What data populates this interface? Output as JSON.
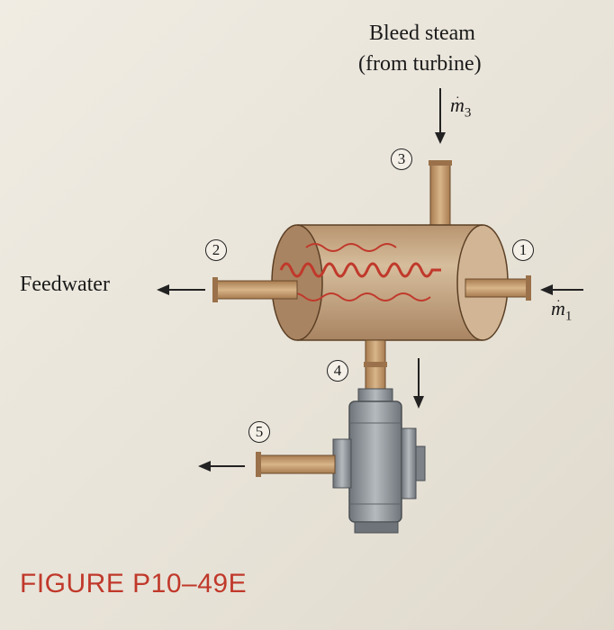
{
  "labels": {
    "bleed_line1": "Bleed steam",
    "bleed_line2": "(from turbine)",
    "feedwater": "Feedwater",
    "figure_caption": "FIGURE P10–49E"
  },
  "flows": {
    "m3_symbol": "m",
    "m3_sub": "3",
    "m1_symbol": "m",
    "m1_sub": "1"
  },
  "states": [
    "1",
    "2",
    "3",
    "4",
    "5"
  ],
  "colors": {
    "shell": "#c9aa86",
    "pipe": "#c49a6c",
    "coil": "#c0392b",
    "pump": "#8e9499",
    "caption": "#c0392b"
  },
  "icons": [
    "heater-shell",
    "heating-coil-icon",
    "pump-icon",
    "flow-arrow-icon"
  ]
}
